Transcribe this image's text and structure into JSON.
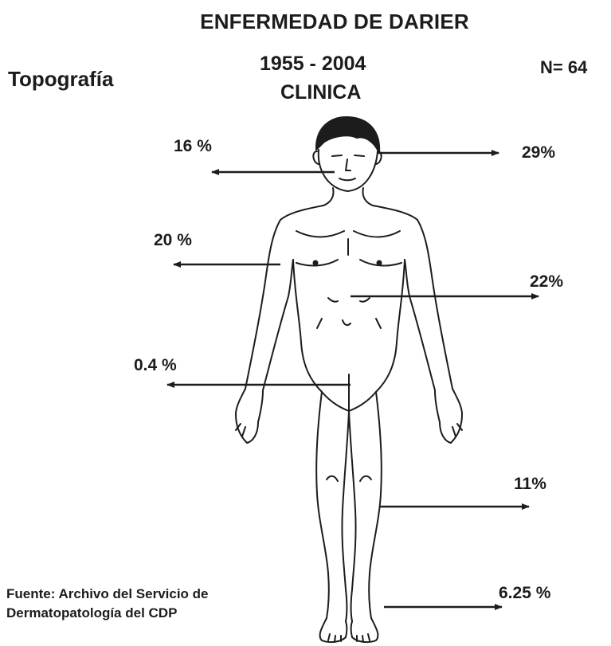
{
  "header": {
    "title": "ENFERMEDAD DE DARIER",
    "topografia": "Topografía",
    "years": "1955 -  2004",
    "clinica": "CLINICA",
    "n": "N= 64"
  },
  "labels": {
    "face": "16 %",
    "scalp": "29%",
    "arms": "20 %",
    "trunk": "22%",
    "genital": "0.4 %",
    "legs": "11%",
    "feet": "6.25 %"
  },
  "source": {
    "line1": "Fuente: Archivo del Servicio de",
    "line2": "Dermatopatología del CDP"
  }
}
